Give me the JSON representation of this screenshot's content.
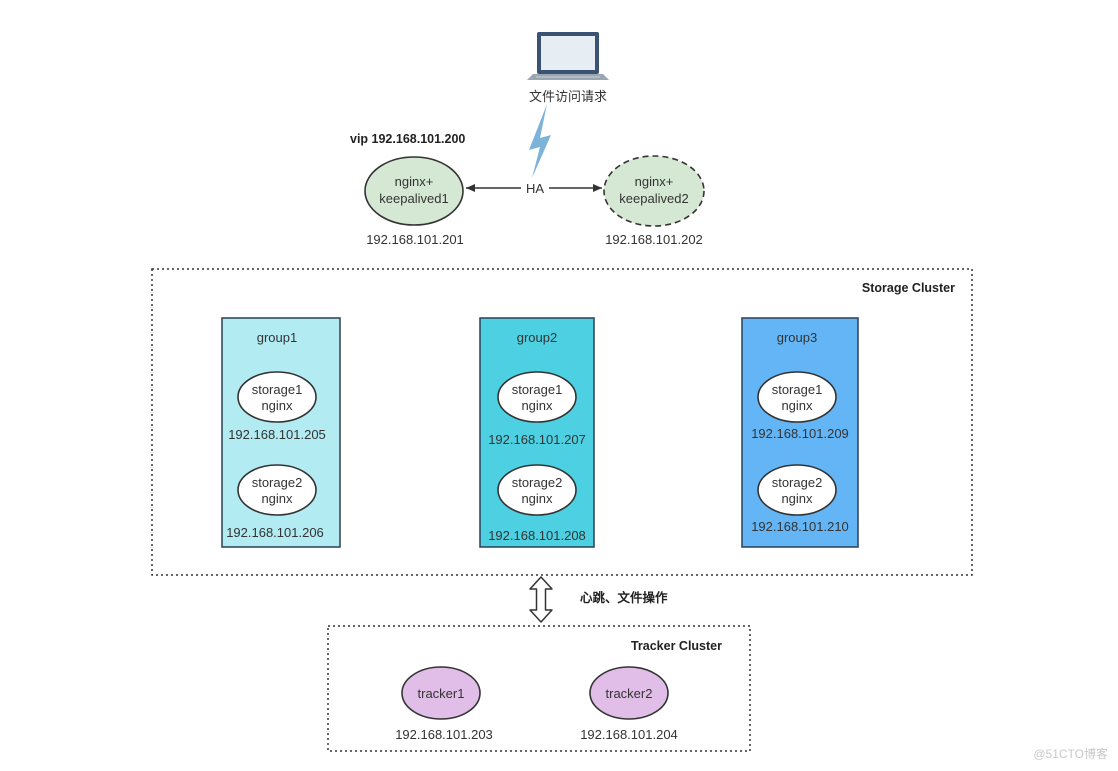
{
  "client": {
    "icon": "laptop-icon",
    "label": "文件访问请求"
  },
  "vip": {
    "label": "vip 192.168.101.200"
  },
  "ha": {
    "link_label": "HA",
    "fill": "#d5e8d4",
    "nodes": [
      {
        "line1": "nginx+",
        "line2": "keepalived1",
        "ip": "192.168.101.201"
      },
      {
        "line1": "nginx+",
        "line2": "keepalived2",
        "ip": "192.168.101.202"
      }
    ]
  },
  "storage_cluster": {
    "label": "Storage Cluster",
    "groups": [
      {
        "name": "group1",
        "color": "#b2ebf2",
        "storages": [
          {
            "line1": "storage1",
            "line2": "nginx",
            "ip": "192.168.101.205"
          },
          {
            "line1": "storage2",
            "line2": "nginx",
            "ip": "192.168.101.206"
          }
        ]
      },
      {
        "name": "group2",
        "color": "#4dd0e1",
        "storages": [
          {
            "line1": "storage1",
            "line2": "nginx",
            "ip": "192.168.101.207"
          },
          {
            "line1": "storage2",
            "line2": "nginx",
            "ip": "192.168.101.208"
          }
        ]
      },
      {
        "name": "group3",
        "color": "#64b5f6",
        "storages": [
          {
            "line1": "storage1",
            "line2": "nginx",
            "ip": "192.168.101.209"
          },
          {
            "line1": "storage2",
            "line2": "nginx",
            "ip": "192.168.101.210"
          }
        ]
      }
    ]
  },
  "connection": {
    "label": "心跳、文件操作"
  },
  "tracker_cluster": {
    "label": "Tracker Cluster",
    "fill": "#e1bee7",
    "trackers": [
      {
        "name": "tracker1",
        "ip": "192.168.101.203"
      },
      {
        "name": "tracker2",
        "ip": "192.168.101.204"
      }
    ]
  },
  "watermark": "@51CTO博客"
}
